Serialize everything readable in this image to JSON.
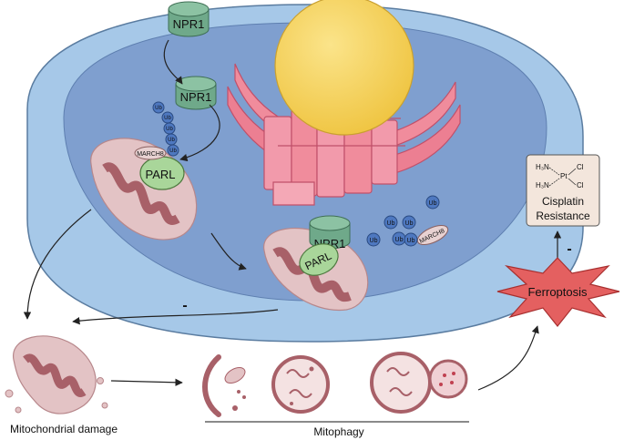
{
  "labels": {
    "npr1": "NPR1",
    "parl": "PARL",
    "march": "MARCH8",
    "ub": "Ub",
    "mito_damage": "Mitochondrial damage",
    "mitophagy": "Mitophagy",
    "ferroptosis": "Ferroptosis",
    "cisplatin_line1": "Cisplatin",
    "cisplatin_line2": "Resistance",
    "minus": "-",
    "h3n": "H₃N",
    "pt": "Pt",
    "cl": "Cl"
  },
  "colors": {
    "cell_outer": "#a6c8e8",
    "cytoplasm": "#7f9fcf",
    "nucleus": "#f5d05a",
    "er": "#f08c9c",
    "mito": "#e3c3c5",
    "mito_inner": "#a86068",
    "npr1": "#6fa98a",
    "parl": "#a9d69a",
    "ub": "#4e78c0",
    "ferro": "#e46060",
    "cisplatin_box": "#f3e6dc"
  }
}
